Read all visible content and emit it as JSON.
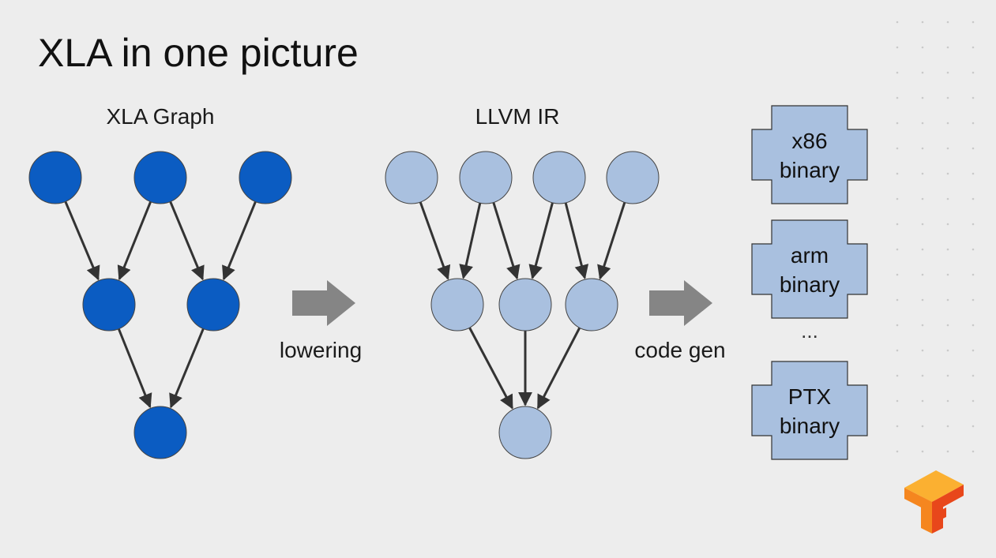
{
  "slide": {
    "title": "XLA in one picture"
  },
  "xla_graph": {
    "label": "XLA Graph",
    "color": "#0b5cc2",
    "layers": [
      3,
      2,
      1
    ]
  },
  "llvm_ir": {
    "label": "LLVM IR",
    "color": "#a9c0df",
    "layers": [
      4,
      3,
      1
    ]
  },
  "lowering_arrow": {
    "label": "lowering"
  },
  "codegen_arrow": {
    "label": "code gen"
  },
  "binaries": [
    {
      "line1": "x86",
      "line2": "binary"
    },
    {
      "line1": "arm",
      "line2": "binary"
    },
    {
      "line1": "PTX",
      "line2": "binary"
    }
  ],
  "ellipsis": "...",
  "colors": {
    "arrow_gray": "#858585",
    "binary_fill": "#a9c0df",
    "logo_orange": "#f5861f",
    "logo_red": "#e8471b",
    "logo_yellow": "#fbb031"
  },
  "logo": {
    "icon": "tensorflow-logo-icon"
  }
}
